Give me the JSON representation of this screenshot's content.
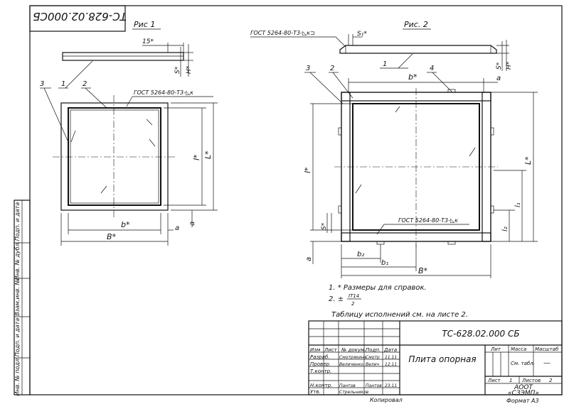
{
  "stamp": {
    "code": "ТС-628.02.000СБ"
  },
  "fig1": {
    "caption": "Рис 1",
    "dim_15": "15*",
    "dim_S": "S*",
    "dim_H": "H*",
    "pos_1": "1",
    "pos_2": "2",
    "pos_3": "3",
    "weld": "ГОСТ 5264-80-Т3-◺к",
    "dim_b": "b*",
    "dim_B": "B*",
    "dim_l": "l*",
    "dim_L": "L*",
    "dim_a": "a"
  },
  "fig2": {
    "caption": "Рис. 2",
    "weld_top": "ГОСТ 5264-80-Т3-◺к⊐",
    "dim_S1": "S₁*",
    "dim_S": "S*",
    "dim_H": "H*",
    "pos_1": "1",
    "pos_2": "2",
    "pos_3": "3",
    "pos_4": "4",
    "dim_b": "b*",
    "dim_a": "a",
    "dim_l": "l*",
    "dim_L": "L*",
    "dim_S_side": "S*",
    "weld_mid": "ГОСТ 5264-80-Т3-◺к",
    "dim_l1": "l₁",
    "dim_l2": "l₂",
    "dim_b2": "b₂",
    "dim_b1": "b₁",
    "dim_B": "B*",
    "dim_a_left": "a"
  },
  "notes": {
    "note1": "1. * Размеры для справок.",
    "note2_prefix": "2. ±",
    "note2_frac_top": "IT14",
    "note2_frac_bottom": "2",
    "table_ref": "Таблицу исполнений см. на листе 2."
  },
  "side_strip": [
    "Подп. и дата",
    "Инв. № дубл.",
    "Взам.инв. №",
    "Подп. и дата",
    "Инв. № подл."
  ],
  "title_block": {
    "doc_number": "ТС-628.02.000 СБ",
    "name": "Плита опорная",
    "col_izm": "Изм",
    "col_list": "Лист",
    "col_doc": "№ докум.",
    "col_podp": "Подп.",
    "col_data": "Дата",
    "row_razrab": "Разраб.",
    "razrab_name": "Смотрякина",
    "row_prover": "Провер.",
    "prover_name": "Величенко",
    "row_tkontr": "Т.контр.",
    "row_nkontr": "Н.контр.",
    "nkontr_name": "Пантов",
    "row_utv": "Утв.",
    "utv_name": "Стрельников",
    "sign1": "Смотр",
    "date1": "11.11",
    "sign2": "Велич",
    "date2": "12.11",
    "sign3": "Пантов",
    "date3": "23.11",
    "lit": "Лит",
    "massa": "Масса",
    "masshtab": "Масштаб",
    "massa_value": "См. табл.",
    "masshtab_value": "—",
    "list_label": "Лист",
    "list_value": "1",
    "listov_label": "Листов",
    "listov_value": "2",
    "org_line1": "АООТ",
    "org_line2": "«СЗЭМП»"
  },
  "footer": {
    "copied": "Копировал",
    "format": "Формат А3"
  }
}
